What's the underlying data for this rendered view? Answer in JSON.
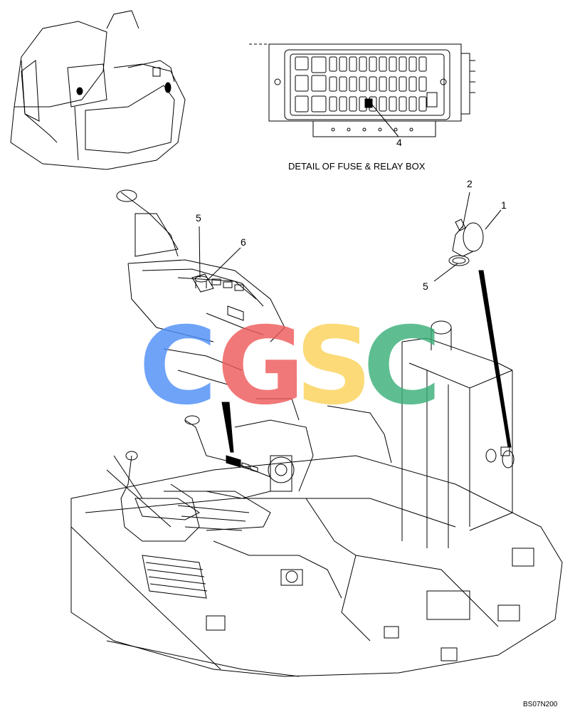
{
  "detail_caption": "DETAIL OF FUSE & RELAY BOX",
  "drawing_code": "BS07N200",
  "callouts": [
    "1",
    "2",
    "4",
    "5",
    "5",
    "6"
  ],
  "watermark": {
    "letters": [
      "C",
      "G",
      "S",
      "C"
    ],
    "colors": [
      "#4f8ff7",
      "#ee5b5b",
      "#fbd35a",
      "#3bb07a"
    ]
  },
  "line_color": "#000000"
}
